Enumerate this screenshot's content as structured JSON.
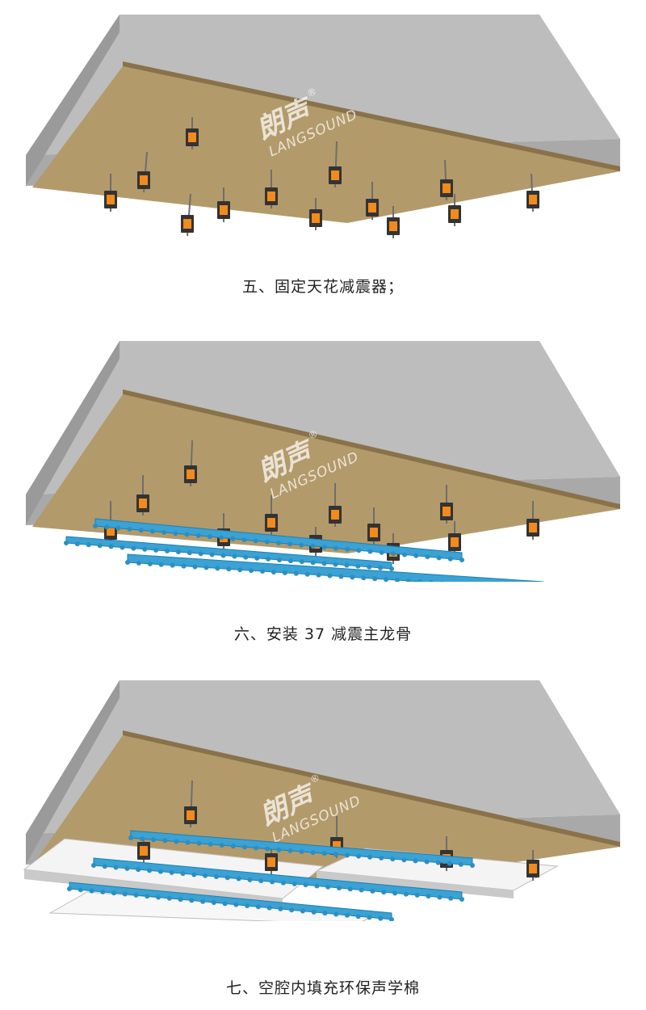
{
  "watermark": {
    "brand_cn": "朗声",
    "registered": "®",
    "brand_en": "LANGSOUND"
  },
  "steps": [
    {
      "caption": "五、固定天花减震器；"
    },
    {
      "caption": "六、安装 37 减震主龙骨"
    },
    {
      "caption": "七、空腔内填充环保声学棉"
    }
  ],
  "colors": {
    "concrete": "#b9b9b9",
    "insulation_board": "#b39a6b",
    "damper_orange": "#f28a1c",
    "damper_frame": "#333333",
    "keel_blue": "#3aa2d4",
    "acoustic_wool": "#f2f2f2"
  }
}
